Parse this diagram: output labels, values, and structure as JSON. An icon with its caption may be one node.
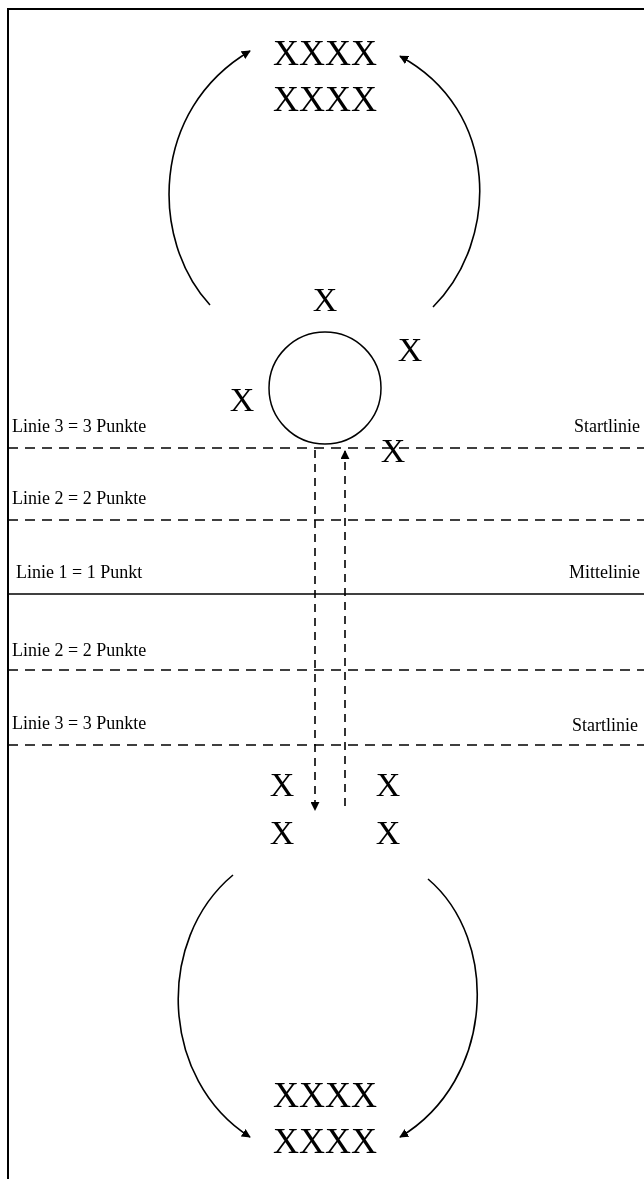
{
  "diagram": {
    "nodes": [
      {
        "text": [
          "XXXX XXXX"
        ]
      },
      {
        "text": [],
        "shape": "circle"
      },
      {
        "text": [
          "XXXX XXXX"
        ]
      }
    ],
    "edges": [
      {
        "from": null,
        "to": 0,
        "arrow": "to"
      },
      {
        "from": null,
        "to": 0,
        "arrow": "to"
      },
      {
        "from": 1,
        "to": null,
        "arrow": "to",
        "style": "dashed"
      },
      {
        "from": null,
        "to": 1,
        "arrow": "to",
        "style": "dashed"
      },
      {
        "from": null,
        "to": 2,
        "arrow": "to"
      },
      {
        "from": null,
        "to": 2,
        "arrow": "to"
      }
    ],
    "labels": [
      "X",
      "X",
      "X",
      "Linie 3 = 3 Punkte",
      "Startlinie",
      "X",
      "Linie 2 = 2 Punkte",
      "Linie 1 = 1 Punkt",
      "Mittelinie",
      "Linie 2 = 2 Punkte",
      "Linie 3 = 3 Punkte",
      "Startlinie",
      "X",
      "X",
      "X",
      "X"
    ]
  }
}
